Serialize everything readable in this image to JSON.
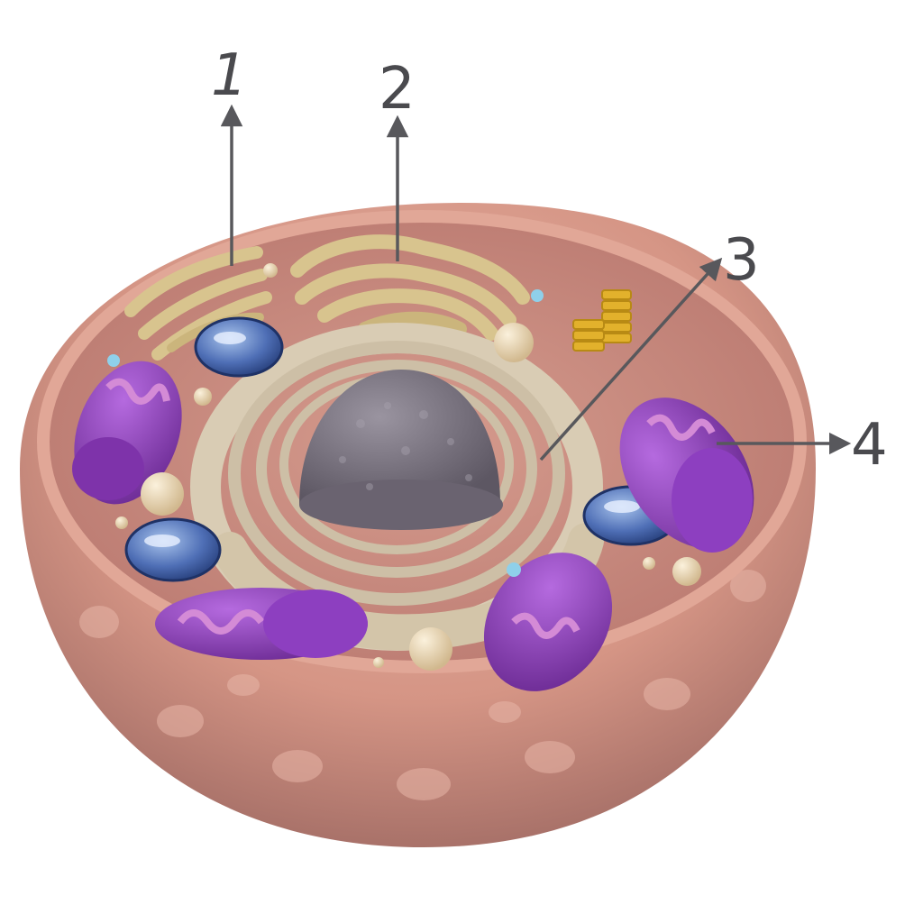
{
  "labels": [
    {
      "id": "1",
      "text": "1",
      "target": "golgi-apparatus-small"
    },
    {
      "id": "2",
      "text": "2",
      "target": "golgi-apparatus-large"
    },
    {
      "id": "3",
      "text": "3",
      "target": "endoplasmic-reticulum"
    },
    {
      "id": "4",
      "text": "4",
      "target": "mitochondrion"
    }
  ],
  "colors": {
    "cell_outer": "#d99a8c",
    "cytoplasm": "#c88a80",
    "golgi": "#d8c48e",
    "er": "#cdbfa6",
    "nucleus": "#77707c",
    "mitochondria": "#8a3fb5",
    "mito_inner": "#c771c6",
    "vacuole": "#4e6fb4",
    "vesicle": "#ecdcb8",
    "centriole": "#e2b12c",
    "arrow": "#58585c"
  }
}
